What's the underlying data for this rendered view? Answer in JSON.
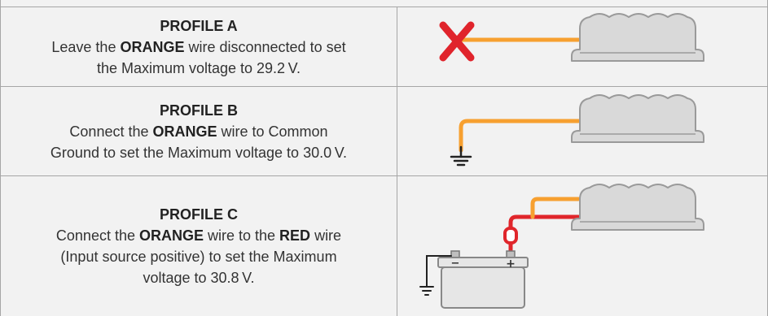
{
  "profiles": [
    {
      "title": "PROFILE A",
      "line1_pre": "Leave the ",
      "line1_bold": "ORANGE",
      "line1_post": " wire disconnected to set",
      "line2": "the Maximum voltage to 29.2 V."
    },
    {
      "title": "PROFILE B",
      "line1_pre": "Connect the ",
      "line1_bold": "ORANGE",
      "line1_post": " wire to Common",
      "line2": "Ground to set the Maximum voltage to 30.0 V."
    },
    {
      "title": "PROFILE C",
      "line1_pre": "Connect the ",
      "line1_bold": "ORANGE",
      "line1_mid": " wire to the ",
      "line1_bold2": "RED",
      "line1_post": " wire",
      "line2": "(Input source positive) to set the Maximum",
      "line3": "voltage to 30.8 V."
    }
  ],
  "battery": {
    "neg_symbol": "−",
    "pos_symbol": "+"
  },
  "colors": {
    "orange_wire": "#f7a030",
    "red_wire": "#e0262b",
    "cross": "#e0242c",
    "device_fill": "#d9d9d9",
    "device_stroke": "#9a9a9a",
    "border": "#a6a6a6",
    "background": "#f2f2f2"
  }
}
